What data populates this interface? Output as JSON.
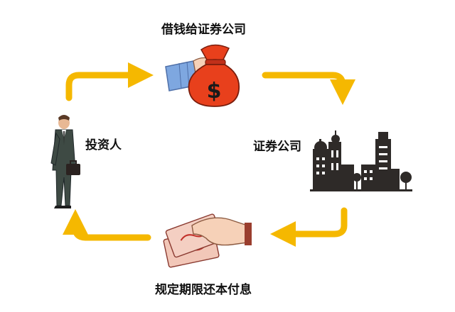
{
  "labels": {
    "top": "借钱给证券公司",
    "investor": "投资人",
    "company": "证券公司",
    "bottom": "规定期限还本付息"
  },
  "icons": {
    "investor": "businessman-icon",
    "money_bag": "money-bag-icon",
    "city": "city-buildings-icon",
    "cash_hand": "hand-with-banknotes-icon"
  },
  "colors": {
    "arrow": "#F5B800",
    "bag": "#E8401C",
    "sleeve": "#7EA7E0",
    "city": "#2E2A28",
    "note": "#F2C7B8",
    "note_ink": "#C2312A",
    "suit": "#3E4A44"
  }
}
